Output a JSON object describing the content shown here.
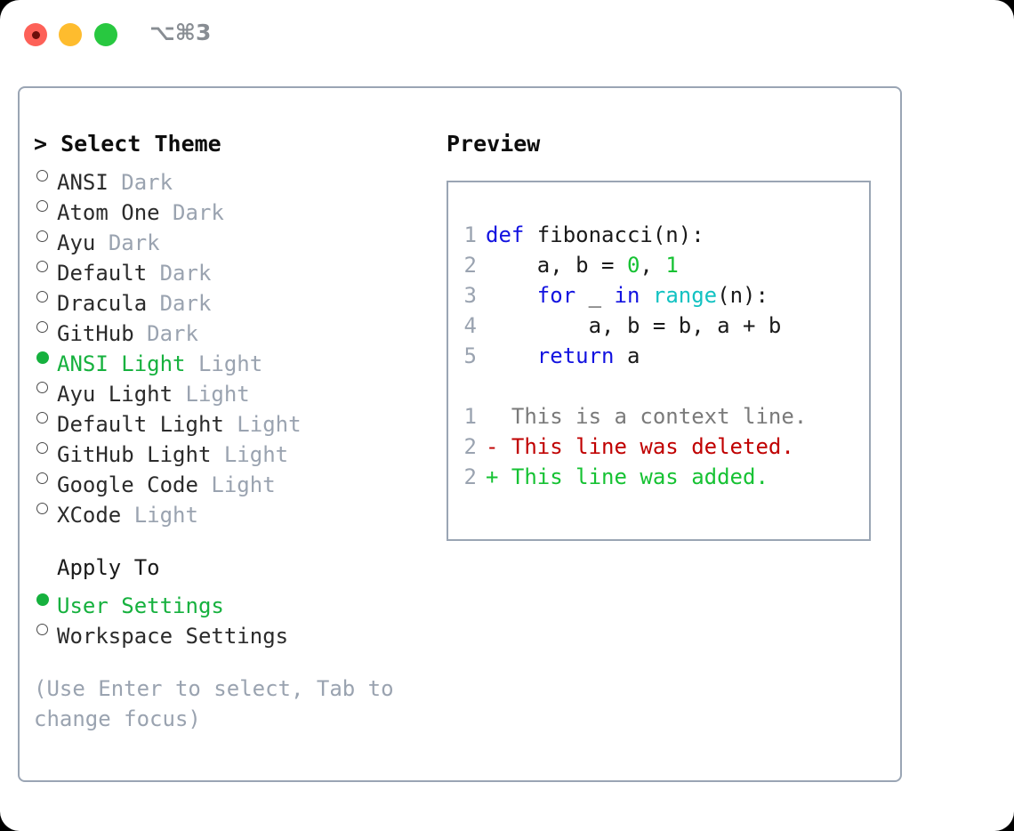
{
  "window": {
    "shortcut_label": "⌥⌘3",
    "traffic_lights": [
      "close-red",
      "minimize-yellow",
      "maximize-green"
    ]
  },
  "theme_panel": {
    "header": "> Select Theme",
    "items": [
      {
        "name": "ANSI",
        "badge": "Dark",
        "selected": false
      },
      {
        "name": "Atom One",
        "badge": "Dark",
        "selected": false
      },
      {
        "name": "Ayu",
        "badge": "Dark",
        "selected": false
      },
      {
        "name": "Default",
        "badge": "Dark",
        "selected": false
      },
      {
        "name": "Dracula",
        "badge": "Dark",
        "selected": false
      },
      {
        "name": "GitHub",
        "badge": "Dark",
        "selected": false
      },
      {
        "name": "ANSI Light",
        "badge": "Light",
        "selected": true
      },
      {
        "name": "Ayu Light",
        "badge": "Light",
        "selected": false
      },
      {
        "name": "Default Light",
        "badge": "Light",
        "selected": false
      },
      {
        "name": "GitHub Light",
        "badge": "Light",
        "selected": false
      },
      {
        "name": "Google Code",
        "badge": "Light",
        "selected": false
      },
      {
        "name": "XCode",
        "badge": "Light",
        "selected": false
      }
    ]
  },
  "apply_to": {
    "header": "Apply To",
    "options": [
      {
        "label": "User Settings",
        "selected": true
      },
      {
        "label": "Workspace Settings",
        "selected": false
      }
    ]
  },
  "hint": "(Use Enter to select, Tab to change focus)",
  "preview": {
    "header": "Preview",
    "code_lines": [
      {
        "no": "1",
        "tokens": [
          {
            "t": "def",
            "c": "kw"
          },
          {
            "t": " fibonacci(n):",
            "c": "codetext"
          }
        ]
      },
      {
        "no": "2",
        "tokens": [
          {
            "t": "    a, b = ",
            "c": "codetext"
          },
          {
            "t": "0",
            "c": "num"
          },
          {
            "t": ", ",
            "c": "codetext"
          },
          {
            "t": "1",
            "c": "num"
          }
        ]
      },
      {
        "no": "3",
        "tokens": [
          {
            "t": "    ",
            "c": "codetext"
          },
          {
            "t": "for",
            "c": "kw"
          },
          {
            "t": " _ ",
            "c": "codetext"
          },
          {
            "t": "in",
            "c": "kw"
          },
          {
            "t": " ",
            "c": "codetext"
          },
          {
            "t": "range",
            "c": "bi"
          },
          {
            "t": "(n):",
            "c": "codetext"
          }
        ]
      },
      {
        "no": "4",
        "tokens": [
          {
            "t": "        a, b = b, a + b",
            "c": "codetext"
          }
        ]
      },
      {
        "no": "5",
        "tokens": [
          {
            "t": "    ",
            "c": "codetext"
          },
          {
            "t": "return",
            "c": "kw"
          },
          {
            "t": " a",
            "c": "codetext"
          }
        ]
      }
    ],
    "diff_lines": [
      {
        "no": "1",
        "marker": "  ",
        "text": "This is a context line.",
        "kind": "ctx"
      },
      {
        "no": "2",
        "marker": "- ",
        "text": "This line was deleted.",
        "kind": "del"
      },
      {
        "no": "2",
        "marker": "+ ",
        "text": "This line was added.",
        "kind": "add"
      }
    ]
  },
  "colors": {
    "accent_green": "#16b13e",
    "keyword_blue": "#1212e0",
    "number_green": "#16c233",
    "builtin_cyan": "#12c2c2",
    "badge_gray": "#9aa3b0",
    "border_gray": "#9aa5b4",
    "diff_delete_red": "#c00000",
    "diff_add_green": "#16c233"
  }
}
